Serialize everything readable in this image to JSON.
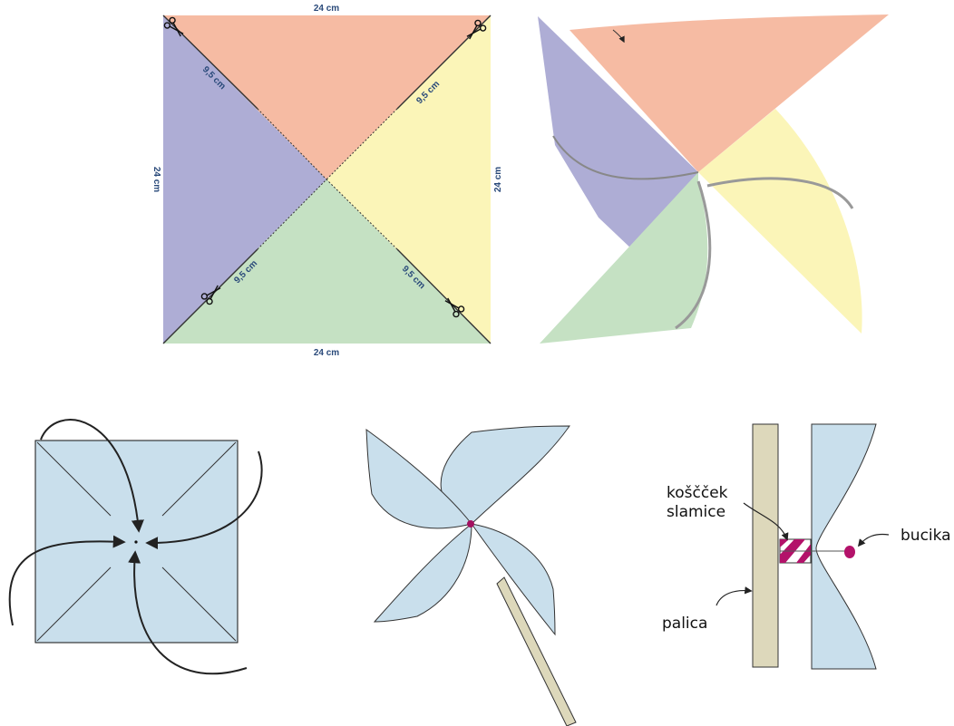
{
  "colors": {
    "salmon": "#f6bba3",
    "yellow": "#fbf5b8",
    "green": "#c5e1c3",
    "purple": "#aeadd5",
    "light_blue": "#c9dfec",
    "stick": "#ddd8bb",
    "straw_magenta": "#b3126a",
    "pin_head": "#a3105f",
    "dimension_text": "#2a4a7a"
  },
  "dimensions": {
    "top": "24 cm",
    "bottom": "24 cm",
    "left": "24 cm",
    "right": "24 cm",
    "cut_tl": "9,5 cm",
    "cut_tr": "9,5 cm",
    "cut_bl": "9,5 cm",
    "cut_br": "9,5 cm"
  },
  "labels": {
    "straw_line1": "koščček",
    "straw_line2": "slamice",
    "pin": "bucika",
    "stick": "palica"
  },
  "icons": [
    "scissors-icon",
    "scissors-icon",
    "scissors-icon",
    "scissors-icon"
  ]
}
